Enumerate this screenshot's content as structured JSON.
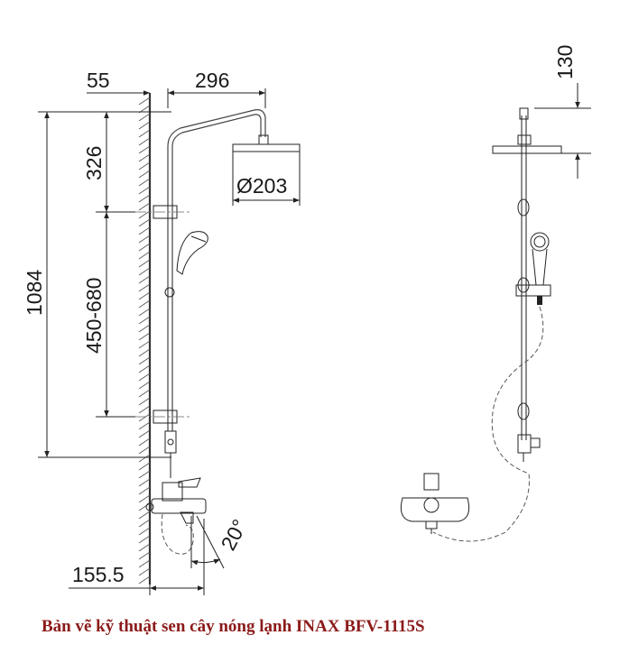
{
  "dimensions": {
    "wall_offset": "55",
    "arm_reach": "296",
    "head_top_height": "130",
    "arm_to_bracket": "326",
    "total_height": "1084",
    "bracket_range": "450-680",
    "head_diameter": "Ø203",
    "mixer_offset": "155.5",
    "spout_angle": "20°"
  },
  "caption": "Bản vẽ kỹ thuật sen cây nóng lạnh INAX BFV-1115S"
}
